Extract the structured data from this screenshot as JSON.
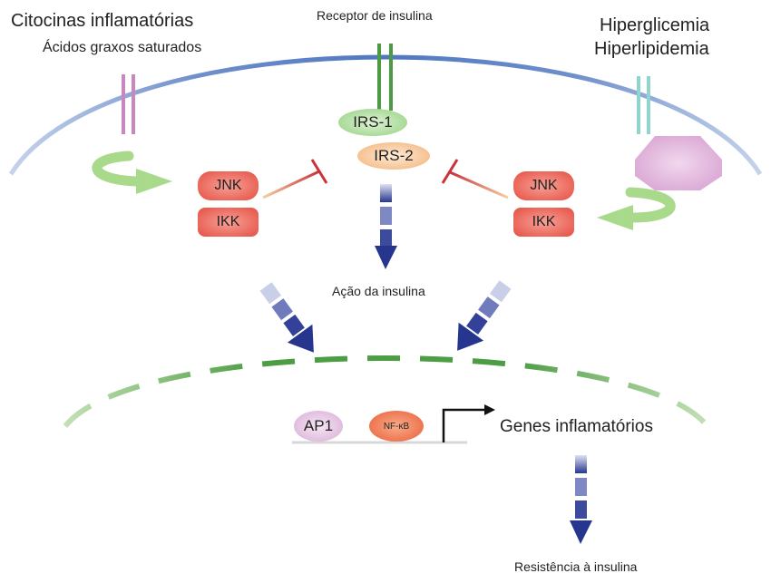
{
  "labels": {
    "cytokines": "Citocinas inflamatórias",
    "fatty_acids": "Ácidos graxos saturados",
    "insulin_receptor": "Receptor de insulina",
    "hyperglycemia": "Hiperglicemia",
    "hyperlipidemia": "Hiperlipidemia",
    "insulin_action": "Ação da insulina",
    "inflammatory_genes": "Genes inflamatórios",
    "insulin_resistance": "Resistência à insulina"
  },
  "proteins": {
    "irs1": "IRS-1",
    "irs2": "IRS-2",
    "jnk_left": "JNK",
    "ikk_left": "IKK",
    "jnk_right": "JNK",
    "ikk_right": "IKK",
    "ap1": "AP1",
    "nfkb": "NF-κB"
  },
  "colors": {
    "membrane": "#5b83c6",
    "nucleus": "#4a9a42",
    "kinase": "#ee6a5e",
    "arrow": "#26358e",
    "cycle_arrow": "#a9d98a",
    "inhibition": "#c8323a"
  }
}
